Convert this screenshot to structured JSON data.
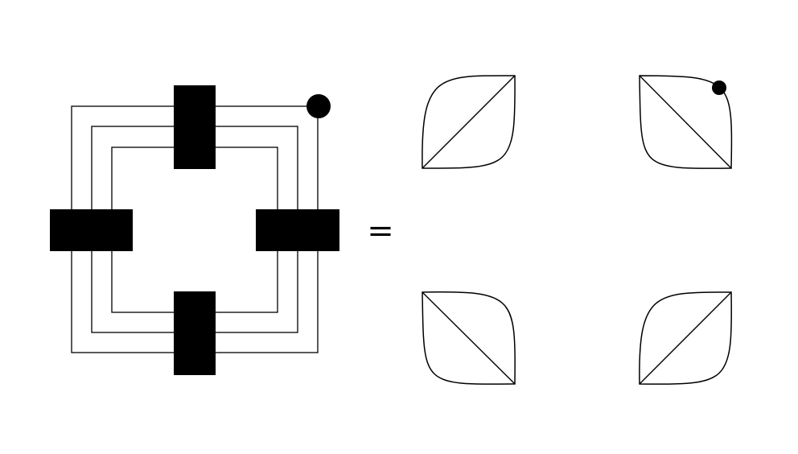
{
  "colors": {
    "ink": "#000000",
    "background": "#ffffff"
  },
  "equation": {
    "symbol": "="
  },
  "lhs": {
    "loops": 3,
    "box_count": 4,
    "corner_dot": true
  },
  "rhs": {
    "terms": [
      {
        "diagonal": "rising",
        "corner_dot": false
      },
      {
        "diagonal": "falling",
        "corner_dot": true
      },
      {
        "diagonal": "falling",
        "corner_dot": false
      },
      {
        "diagonal": "rising",
        "corner_dot": false
      }
    ]
  }
}
